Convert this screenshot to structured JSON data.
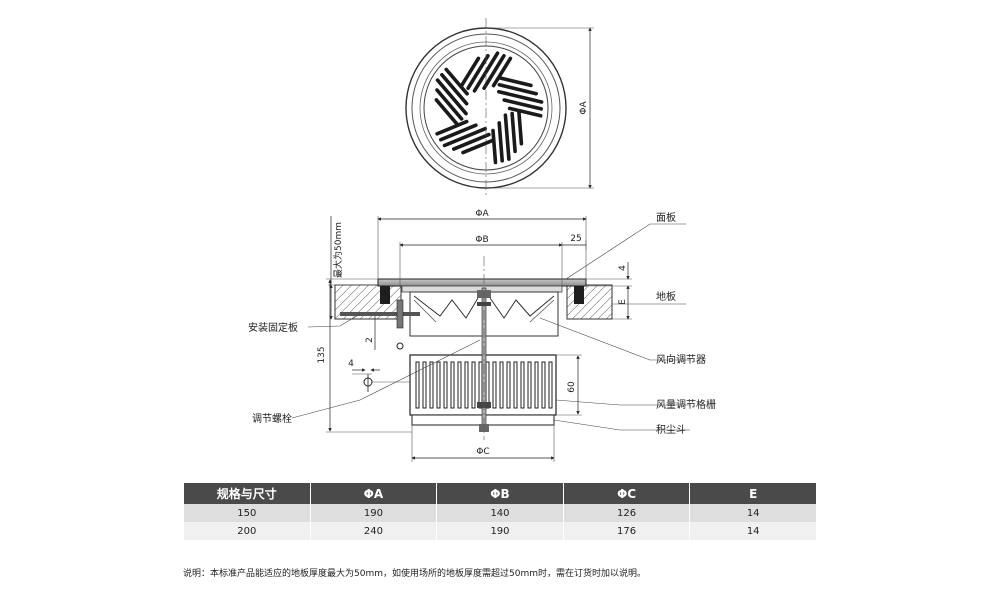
{
  "labels": {
    "dim_a_top": "ΦA",
    "dim_a_side": "ΦA",
    "dim_b": "ΦB",
    "dim_c": "ΦC",
    "dim_25": "25",
    "dim_4_right": "4",
    "dim_e": "E",
    "dim_max": "最大为50mm",
    "dim_135": "135",
    "dim_2": "2",
    "dim_4_left": "4",
    "dim_60": "60",
    "panel": "面板",
    "floor": "地板",
    "mount_plate": "安装固定板",
    "direction_adjuster": "风向调节器",
    "volume_grille": "风量调节格栅",
    "screw": "调节螺栓",
    "dust_bucket": "积尘斗"
  },
  "table": {
    "headers": [
      "规格与尺寸",
      "ΦA",
      "ΦB",
      "ΦC",
      "E"
    ],
    "rows": [
      [
        "150",
        "190",
        "140",
        "126",
        "14"
      ],
      [
        "200",
        "240",
        "190",
        "176",
        "14"
      ]
    ]
  },
  "note": "说明：本标准产品能适应的地板厚度最大为50mm，如使用场所的地板厚度需超过50mm时，需在订货时加以说明。"
}
